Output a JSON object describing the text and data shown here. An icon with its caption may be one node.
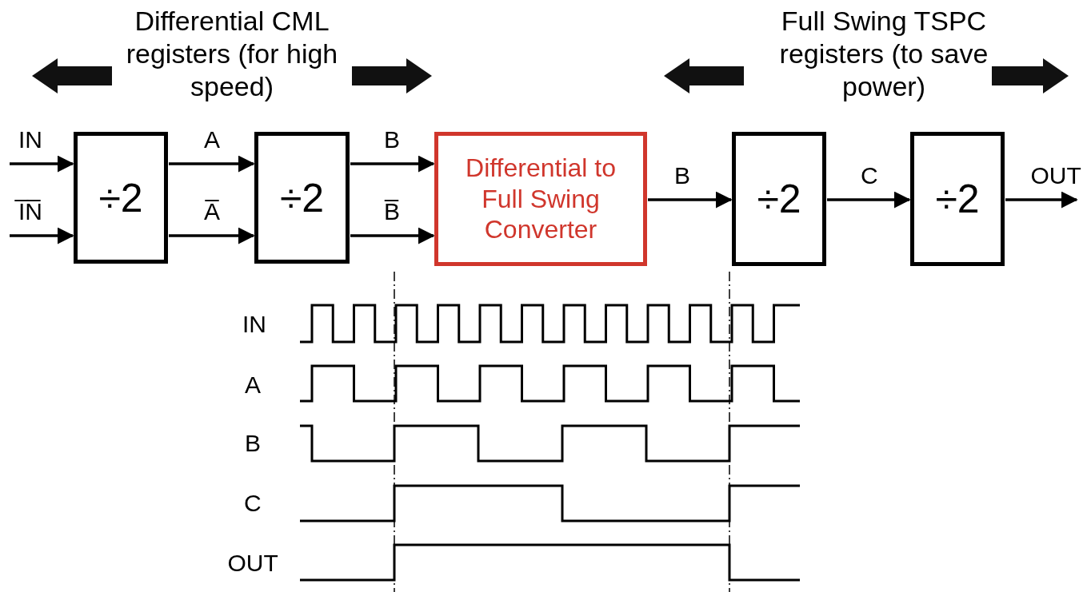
{
  "diagram": {
    "nodes": [
      {
        "text": [
          "÷2"
        ]
      },
      {
        "text": [
          "÷2"
        ]
      },
      {
        "text": [
          "Differential to Full Swing Converter"
        ]
      },
      {
        "text": [
          "÷2"
        ]
      },
      {
        "text": [
          "÷2"
        ]
      }
    ],
    "edges": [
      {
        "from": null,
        "to": 0,
        "arrow": "to",
        "label": "IN"
      },
      {
        "from": null,
        "to": 0,
        "arrow": "to",
        "label": "I̅N̅"
      },
      {
        "from": 0,
        "to": 1,
        "arrow": "to",
        "label": "A"
      },
      {
        "from": 0,
        "to": 1,
        "arrow": "to",
        "label": "A̅"
      },
      {
        "from": 1,
        "to": 2,
        "arrow": "to",
        "label": "B"
      },
      {
        "from": 1,
        "to": 2,
        "arrow": "to",
        "label": "B̅"
      },
      {
        "from": 2,
        "to": 3,
        "arrow": "to",
        "label": "B"
      },
      {
        "from": 3,
        "to": 4,
        "arrow": "to",
        "label": "C"
      },
      {
        "from": 4,
        "to": null,
        "arrow": "to",
        "label": "OUT"
      }
    ],
    "labels": [
      "Differential CML registers (for high speed)",
      "Full Swing TSPC registers (to save power)",
      "IN",
      "A",
      "B",
      "C",
      "OUT"
    ]
  }
}
